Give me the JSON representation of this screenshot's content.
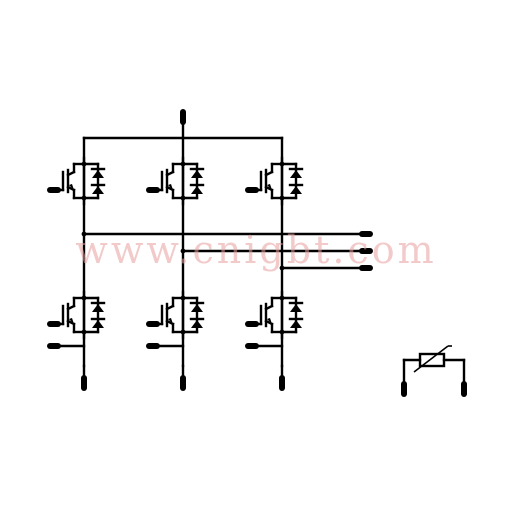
{
  "watermark": "www.cnigbt.com",
  "components": {
    "igbt_modules": [
      "high-left",
      "high-middle",
      "high-right",
      "low-left",
      "low-middle",
      "low-right"
    ],
    "ntc_thermistor": "ntc-thermistor-icon"
  },
  "colors": {
    "line": "#000000",
    "watermark": "#e8a0a0",
    "background": "#ffffff"
  }
}
